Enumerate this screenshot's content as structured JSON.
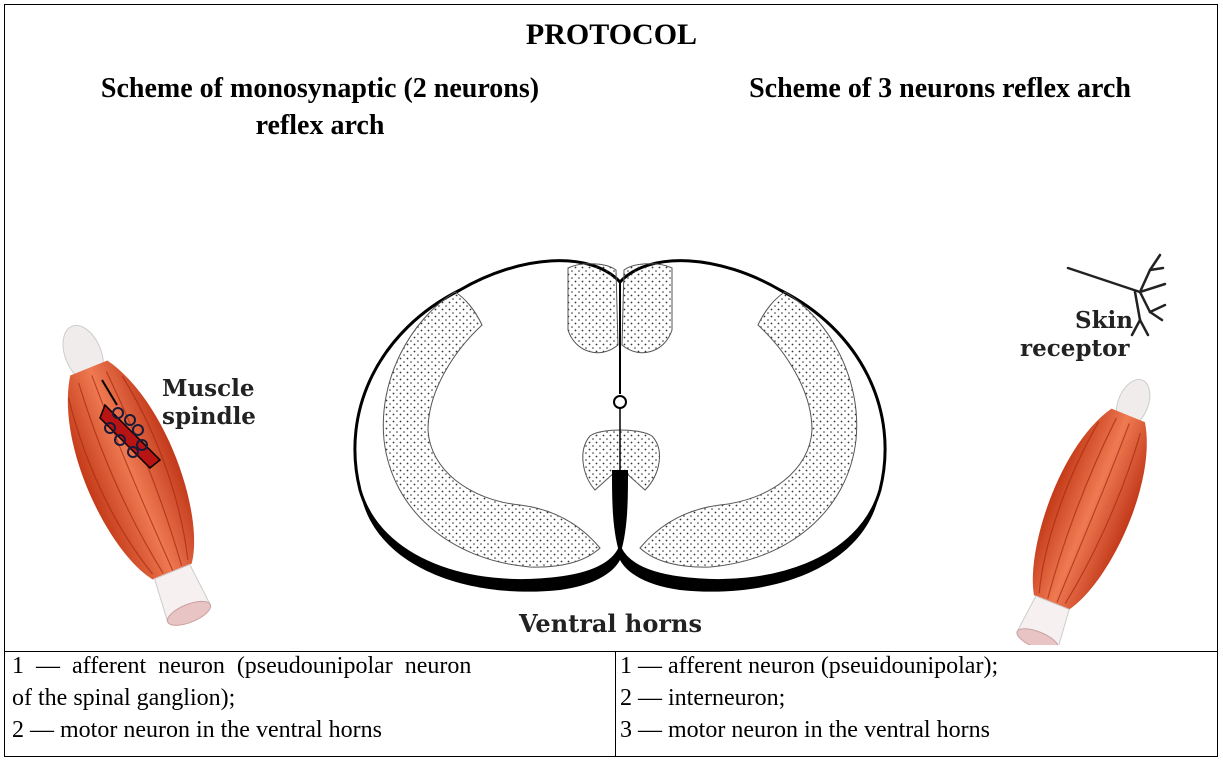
{
  "header": {
    "title": "PROTOCOL",
    "left_subtitle": "Scheme of monosynaptic (2 neurons)",
    "left_subtitle_2": "reflex arch",
    "right_subtitle": "Scheme of 3 neurons reflex arch"
  },
  "figure": {
    "muscle_spindle_line1": "Muscle",
    "muscle_spindle_line2": "spindle",
    "skin_receptor_line1": "Skin",
    "skin_receptor_line2": "receptor",
    "ventral_horns": "Ventral horns",
    "muscle_color": "#d9532c",
    "tendon_color": "#f2eeee",
    "spindle_color": "#b81414"
  },
  "legend": {
    "left": {
      "line1_a": "1 — afferent neuron (pseudounipolar neuron",
      "line2": "of the spinal ganglion);",
      "line3": "2 — motor neuron in the ventral horns"
    },
    "right": {
      "line1": "1 — afferent neuron (pseuidounipolar);",
      "line2": "2 — interneuron;",
      "line3": "3 — motor neuron in the ventral horns"
    }
  }
}
